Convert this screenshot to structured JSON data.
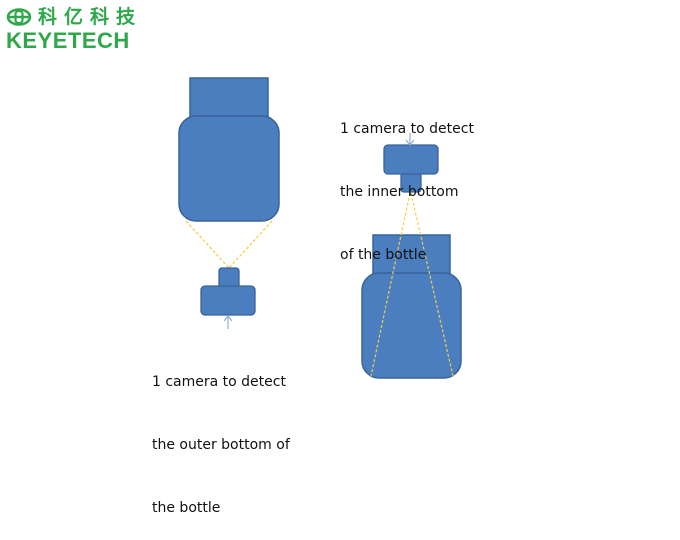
{
  "logo": {
    "chinese_text": "科亿科技",
    "english_text": "KEYETECH",
    "icon": "eye-icon",
    "color": "#2ea84a"
  },
  "diagram": {
    "shape_fill": "#4a7ebf",
    "shape_stroke": "#3a6398",
    "beam_color": "#f5cf4a",
    "arrow_color": "#8fb0d8",
    "left_setup": {
      "label_lines": [
        "1 camera to detect",
        "the outer bottom of",
        "the bottle"
      ]
    },
    "right_setup": {
      "label_lines": [
        "1 camera to detect",
        "the inner bottom",
        "of the bottle"
      ]
    }
  }
}
